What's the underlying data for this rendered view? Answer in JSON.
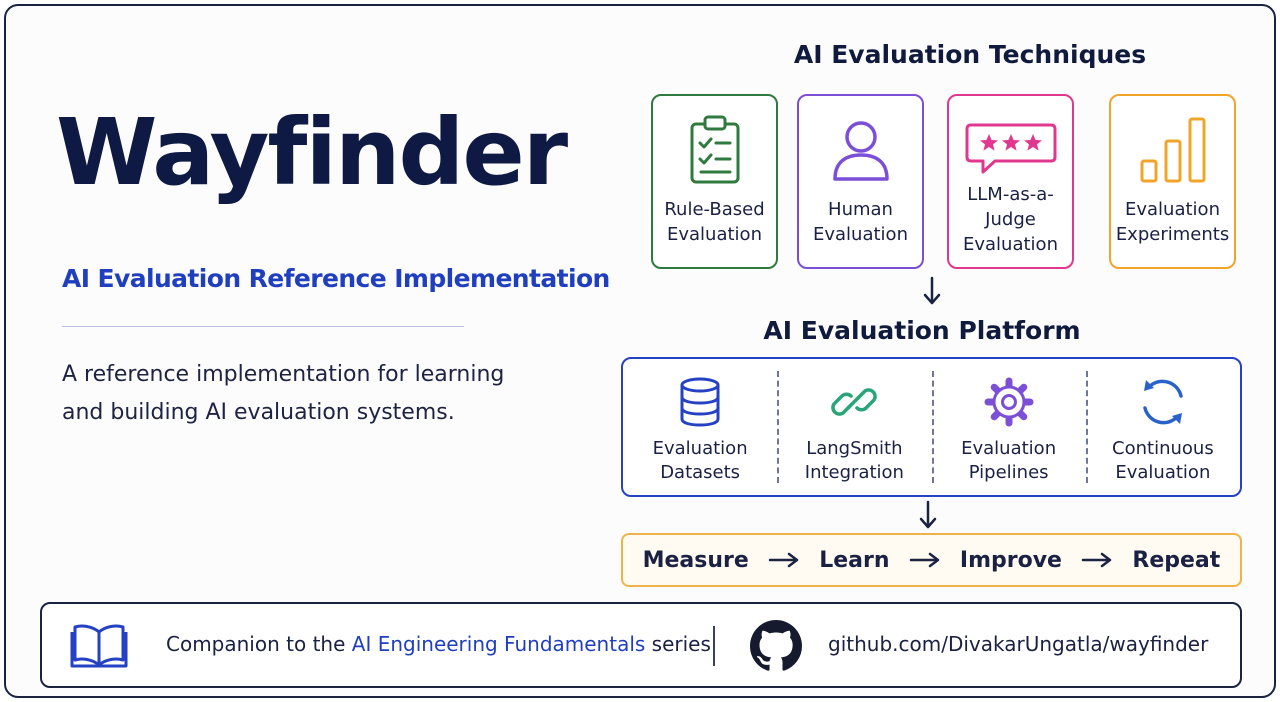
{
  "brand": {
    "title": "Wayfinder",
    "subtitle": "AI Evaluation Reference Implementation",
    "description": "A reference implementation for learning and building AI evaluation systems."
  },
  "techniques": {
    "heading": "AI Evaluation Techniques",
    "cards": [
      {
        "label": "Rule-Based Evaluation",
        "icon": "clipboard-checklist-icon",
        "color": "#2f7a3e"
      },
      {
        "label": "Human Evaluation",
        "icon": "person-icon",
        "color": "#7b4fd6"
      },
      {
        "label": "LLM-as-a-Judge Evaluation",
        "icon": "rating-stars-bubble-icon",
        "color": "#e0388f"
      },
      {
        "label": "Evaluation Experiments",
        "icon": "bar-chart-icon",
        "color": "#f0a52a"
      }
    ]
  },
  "platform": {
    "heading": "AI Evaluation Platform",
    "items": [
      {
        "label": "Evaluation Datasets",
        "icon": "database-icon"
      },
      {
        "label": "LangSmith Integration",
        "icon": "link-icon"
      },
      {
        "label": "Evaluation Pipelines",
        "icon": "gear-icon"
      },
      {
        "label": "Continuous Evaluation",
        "icon": "refresh-cycle-icon"
      }
    ],
    "border_color": "#2642c4"
  },
  "cycle": {
    "steps": [
      "Measure",
      "Learn",
      "Improve",
      "Repeat"
    ],
    "border_color": "#f0b347"
  },
  "footer": {
    "prefix": "Companion to the ",
    "series_link": "AI Engineering Fundamentals",
    "suffix": " series",
    "repo_url": "github.com/DivakarUngatla/wayfinder",
    "book_icon": "open-book-icon",
    "github_icon": "github-icon"
  }
}
